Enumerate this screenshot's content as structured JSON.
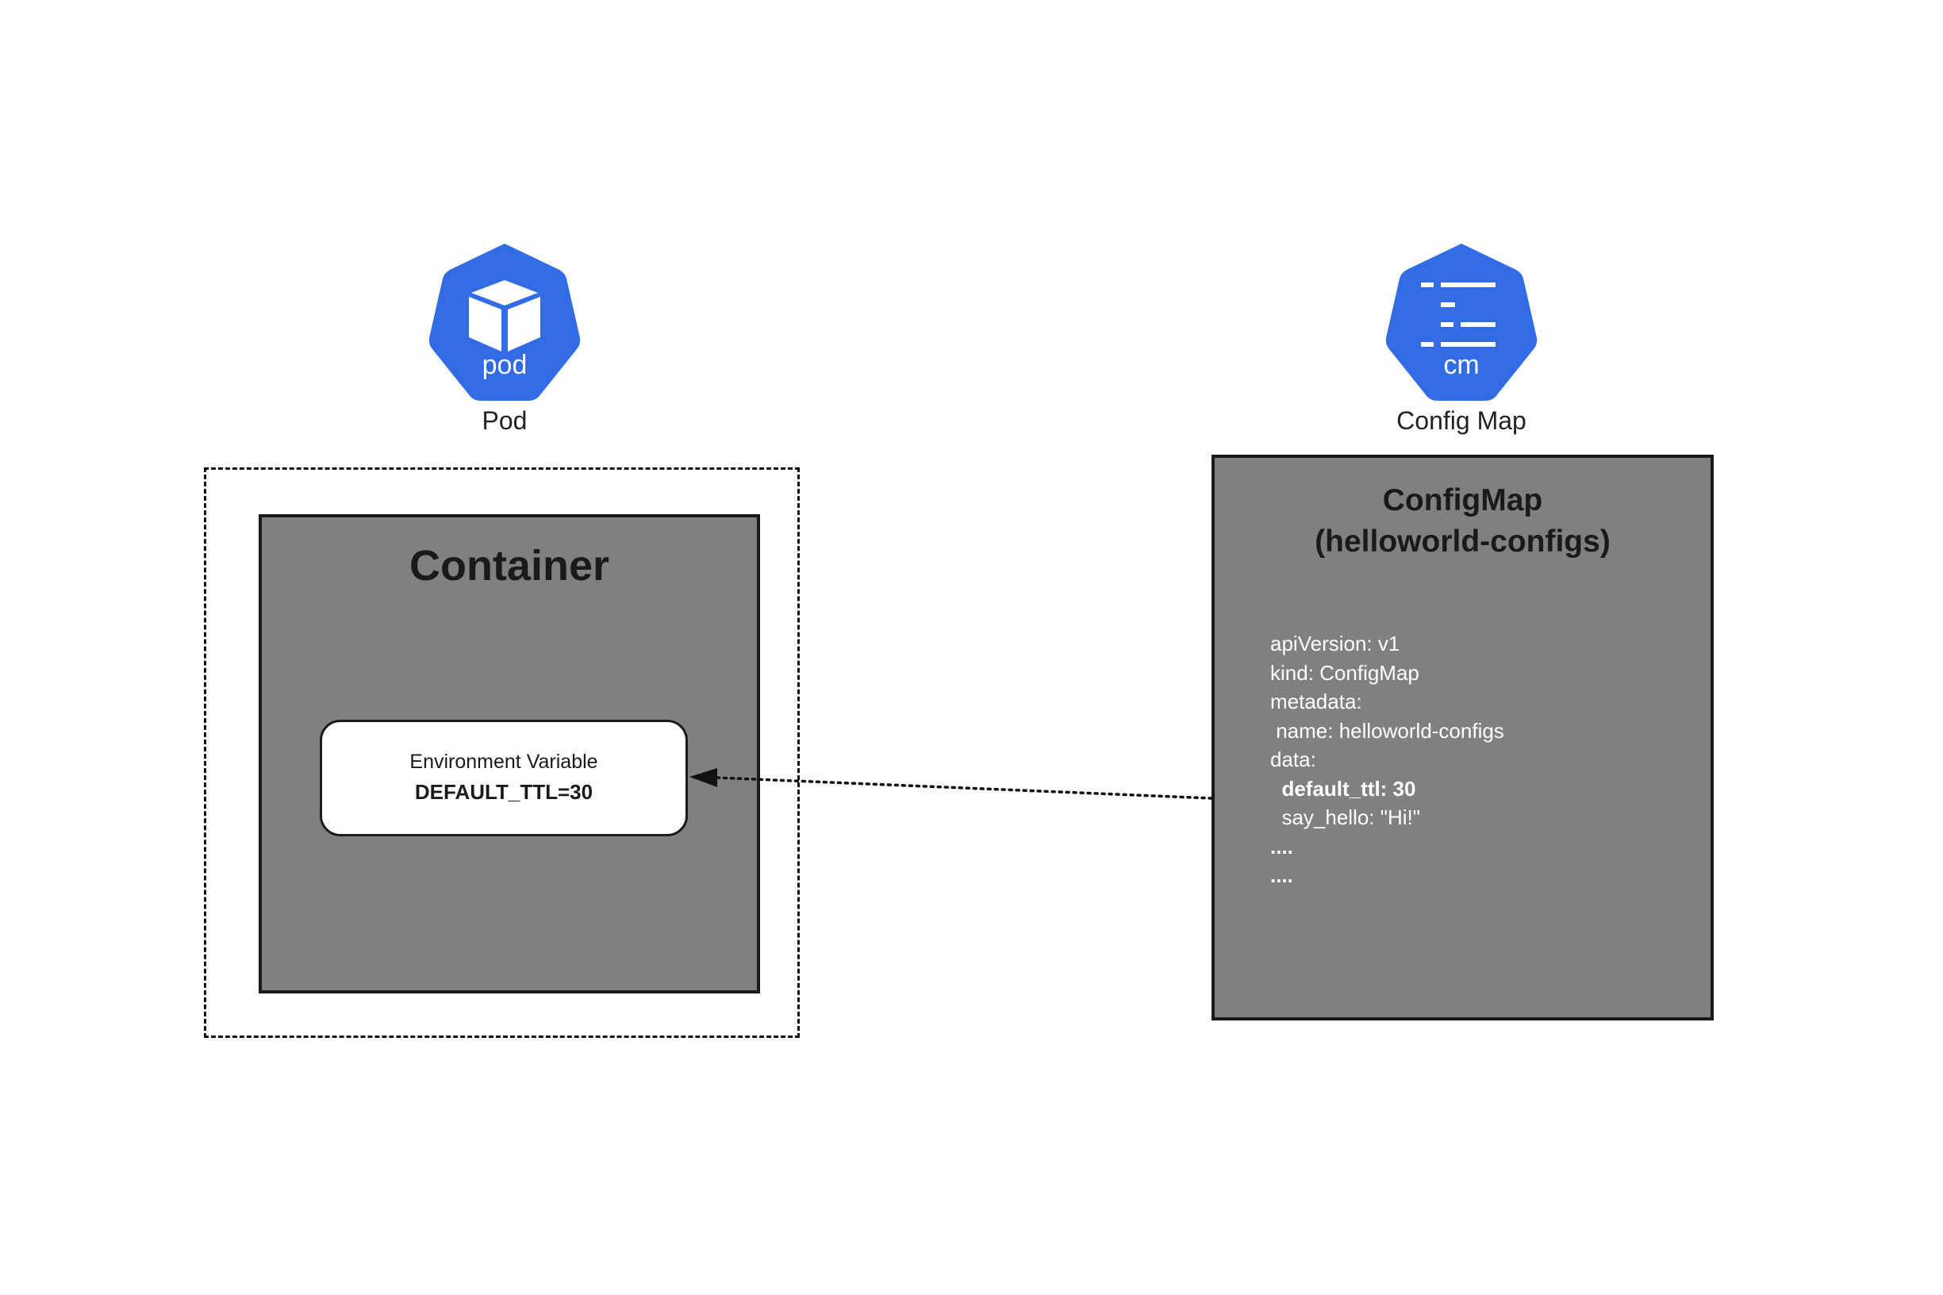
{
  "pod_icon": {
    "text": "pod",
    "caption": "Pod",
    "color": "#326ce5"
  },
  "cm_icon": {
    "text": "cm",
    "caption": "Config Map",
    "color": "#326ce5"
  },
  "container": {
    "title": "Container",
    "env_label": "Environment Variable",
    "env_value": "DEFAULT_TTL=30"
  },
  "configmap": {
    "title_line1": "ConfigMap",
    "title_line2": "(helloworld-configs)",
    "yaml_lines": [
      {
        "text": "apiVersion: v1",
        "bold": false
      },
      {
        "text": "kind: ConfigMap",
        "bold": false
      },
      {
        "text": "metadata:",
        "bold": false
      },
      {
        "text": " name: helloworld-configs",
        "bold": false
      },
      {
        "text": "data:",
        "bold": false
      },
      {
        "text": "  default_ttl: 30",
        "bold": true
      },
      {
        "text": "  say_hello: \"Hi!\"",
        "bold": false
      },
      {
        "text": "....",
        "bold": true
      },
      {
        "text": "....",
        "bold": true
      }
    ]
  }
}
